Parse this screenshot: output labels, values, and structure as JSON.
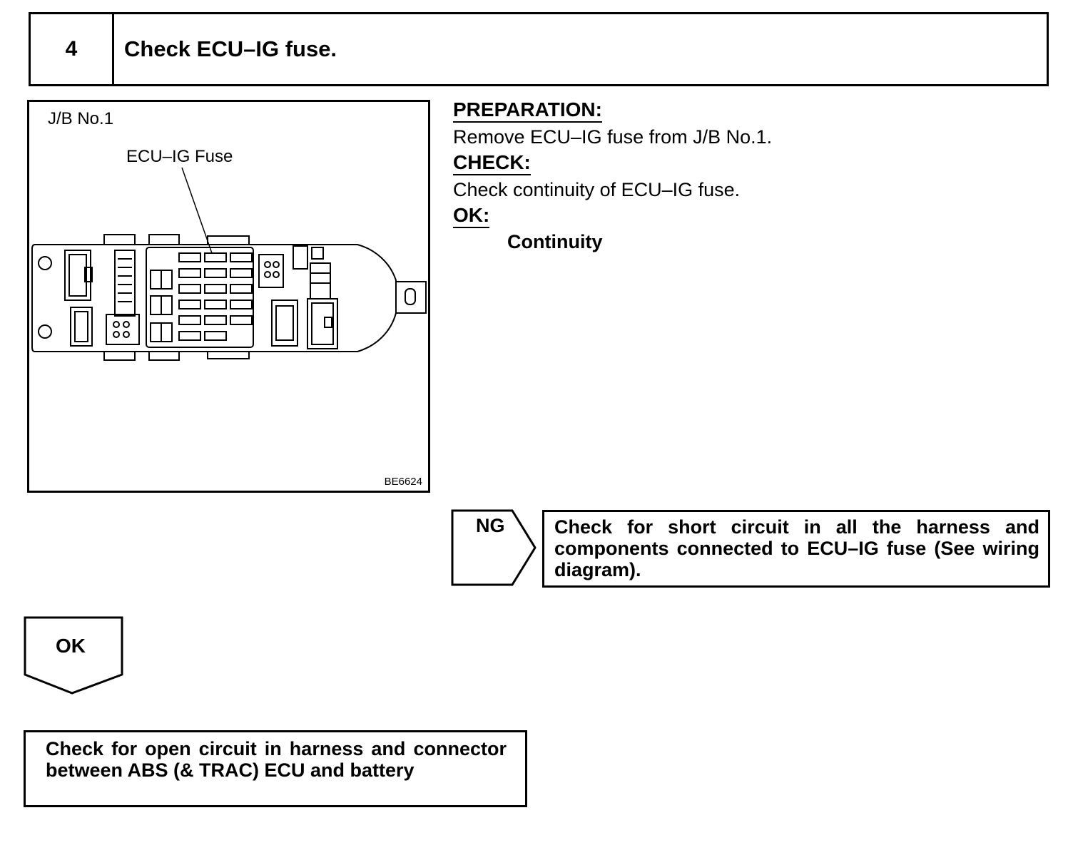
{
  "step": {
    "number": "4",
    "title": "Check ECU–IG fuse."
  },
  "figure": {
    "jb_label": "J/B No.1",
    "fuse_label": "ECU–IG Fuse",
    "figure_code": "BE6624"
  },
  "instructions": {
    "preparation_heading": "PREPARATION:",
    "preparation_text": "Remove ECU–IG fuse from J/B No.1.",
    "check_heading": "CHECK:",
    "check_text": "Check continuity of ECU–IG fuse.",
    "ok_heading": "OK:",
    "ok_value": "Continuity"
  },
  "ng_branch": {
    "label": "NG",
    "action": "Check for short circuit in all the harness and components connected to ECU–IG fuse (See wiring diagram)."
  },
  "ok_branch": {
    "label": "OK",
    "action": "Check for open circuit in harness and connector between ABS (& TRAC) ECU and battery"
  }
}
